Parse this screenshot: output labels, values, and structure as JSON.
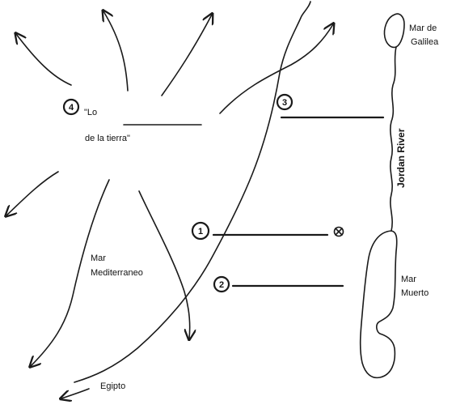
{
  "labels": {
    "galilee_line1": "Mar de",
    "galilee_line2": "Galilea",
    "jordan_river": "Jordan River",
    "dead_sea_line1": "Mar",
    "dead_sea_line2": "Muerto",
    "mediterranean_line1": "Mar",
    "mediterranean_line2": "Mediterraneo",
    "egypt": "Egipto",
    "ends_line1": "\"Lo",
    "ends_line2": "de la tierra\""
  },
  "markers": [
    {
      "number": "1"
    },
    {
      "number": "2"
    },
    {
      "number": "3"
    },
    {
      "number": "4"
    }
  ],
  "colors": {
    "ink": "#1a1a1a",
    "paper": "#ffffff"
  }
}
